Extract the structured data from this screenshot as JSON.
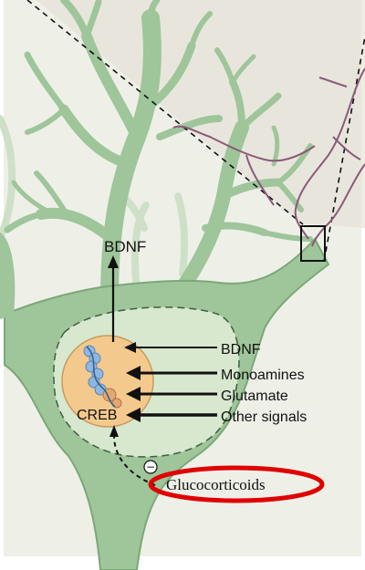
{
  "labels": {
    "bdnf_top": "BDNF",
    "creb": "CREB",
    "glucocorticoids": "Glucocorticoids",
    "inhibit_sign": "−"
  },
  "inputs": [
    "BDNF",
    "Monoamines",
    "Glutamate",
    "Other signals"
  ],
  "colors": {
    "background": "#eef0e8",
    "neuron": "#9fc59a",
    "neuron_stroke": "#5f8a5c",
    "nucleus_region": "#d7e8cf",
    "nucleus": "#f4c98e",
    "axon_other": "#8a5a7a",
    "highlight": "#e00000"
  }
}
